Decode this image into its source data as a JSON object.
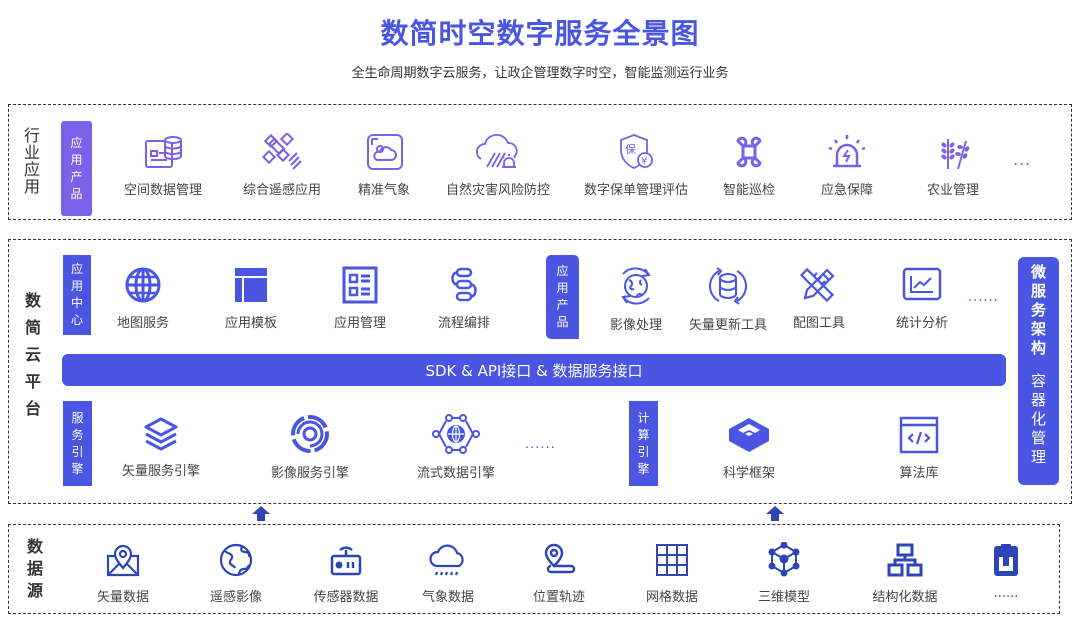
{
  "header": {
    "title": "数简时空数字服务全景图",
    "subtitle": "全生命周期数字云服务，让政企管理数字时空，智能监测运行业务"
  },
  "colors": {
    "primary": "#4a56e2",
    "purple": "#7b61e8",
    "dark_blue": "#2e45b5",
    "text": "#444444"
  },
  "industry": {
    "label": [
      "行",
      "业",
      "应",
      "用"
    ],
    "tag": [
      "应",
      "用",
      "产",
      "品"
    ],
    "items": [
      {
        "label": "空间数据管理",
        "icon": "database-form-icon"
      },
      {
        "label": "综合遥感应用",
        "icon": "satellite-icon"
      },
      {
        "label": "精准气象",
        "icon": "weather-icon"
      },
      {
        "label": "自然灾害风险防控",
        "icon": "disaster-alarm-icon"
      },
      {
        "label": "数字保单管理评估",
        "icon": "insurance-shield-icon"
      },
      {
        "label": "智能巡检",
        "icon": "drone-icon"
      },
      {
        "label": "应急保障",
        "icon": "emergency-alarm-icon"
      },
      {
        "label": "农业管理",
        "icon": "wheat-icon"
      }
    ],
    "more": "..."
  },
  "platform": {
    "label": [
      "数",
      "简",
      "云",
      "平",
      "台"
    ],
    "app_center": {
      "tag": [
        "应",
        "用",
        "中",
        "心"
      ],
      "items": [
        {
          "label": "地图服务",
          "icon": "globe-icon"
        },
        {
          "label": "应用模板",
          "icon": "template-icon"
        },
        {
          "label": "应用管理",
          "icon": "app-list-icon"
        },
        {
          "label": "流程编排",
          "icon": "workflow-icon"
        }
      ]
    },
    "app_products": {
      "tag": [
        "应",
        "用",
        "产",
        "品"
      ],
      "items": [
        {
          "label": "影像处理",
          "icon": "image-process-icon"
        },
        {
          "label": "矢量更新工具",
          "icon": "vector-update-icon"
        },
        {
          "label": "配图工具",
          "icon": "pencil-ruler-icon"
        },
        {
          "label": "统计分析",
          "icon": "chart-icon"
        }
      ],
      "more": "......"
    },
    "sdk_bar": "SDK & API接口 & 数据服务接口",
    "service_engine": {
      "tag": [
        "服",
        "务",
        "引",
        "擎"
      ],
      "items": [
        {
          "label": "矢量服务引擎",
          "icon": "layers-icon"
        },
        {
          "label": "影像服务引擎",
          "icon": "aperture-icon"
        },
        {
          "label": "流式数据引擎",
          "icon": "network-globe-icon"
        }
      ],
      "more": "......"
    },
    "compute_engine": {
      "tag": [
        "计",
        "算",
        "引",
        "擎"
      ],
      "items": [
        {
          "label": "科学框架",
          "icon": "framework-cube-icon"
        },
        {
          "label": "算法库",
          "icon": "code-window-icon"
        }
      ]
    },
    "side_bar": {
      "top": [
        "微",
        "服",
        "务",
        "架",
        "构"
      ],
      "bottom": [
        "容",
        "器",
        "化",
        "管",
        "理"
      ]
    }
  },
  "source": {
    "label": [
      "数",
      "据",
      "源"
    ],
    "items": [
      {
        "label": "矢量数据",
        "icon": "map-pin-icon"
      },
      {
        "label": "遥感影像",
        "icon": "earth-icon"
      },
      {
        "label": "传感器数据",
        "icon": "sensor-icon"
      },
      {
        "label": "气象数据",
        "icon": "rain-cloud-icon"
      },
      {
        "label": "位置轨迹",
        "icon": "location-track-icon"
      },
      {
        "label": "网格数据",
        "icon": "grid-icon"
      },
      {
        "label": "三维模型",
        "icon": "3d-model-icon"
      },
      {
        "label": "结构化数据",
        "icon": "hierarchy-icon"
      },
      {
        "label": "......",
        "icon": "clipboard-icon"
      }
    ]
  }
}
